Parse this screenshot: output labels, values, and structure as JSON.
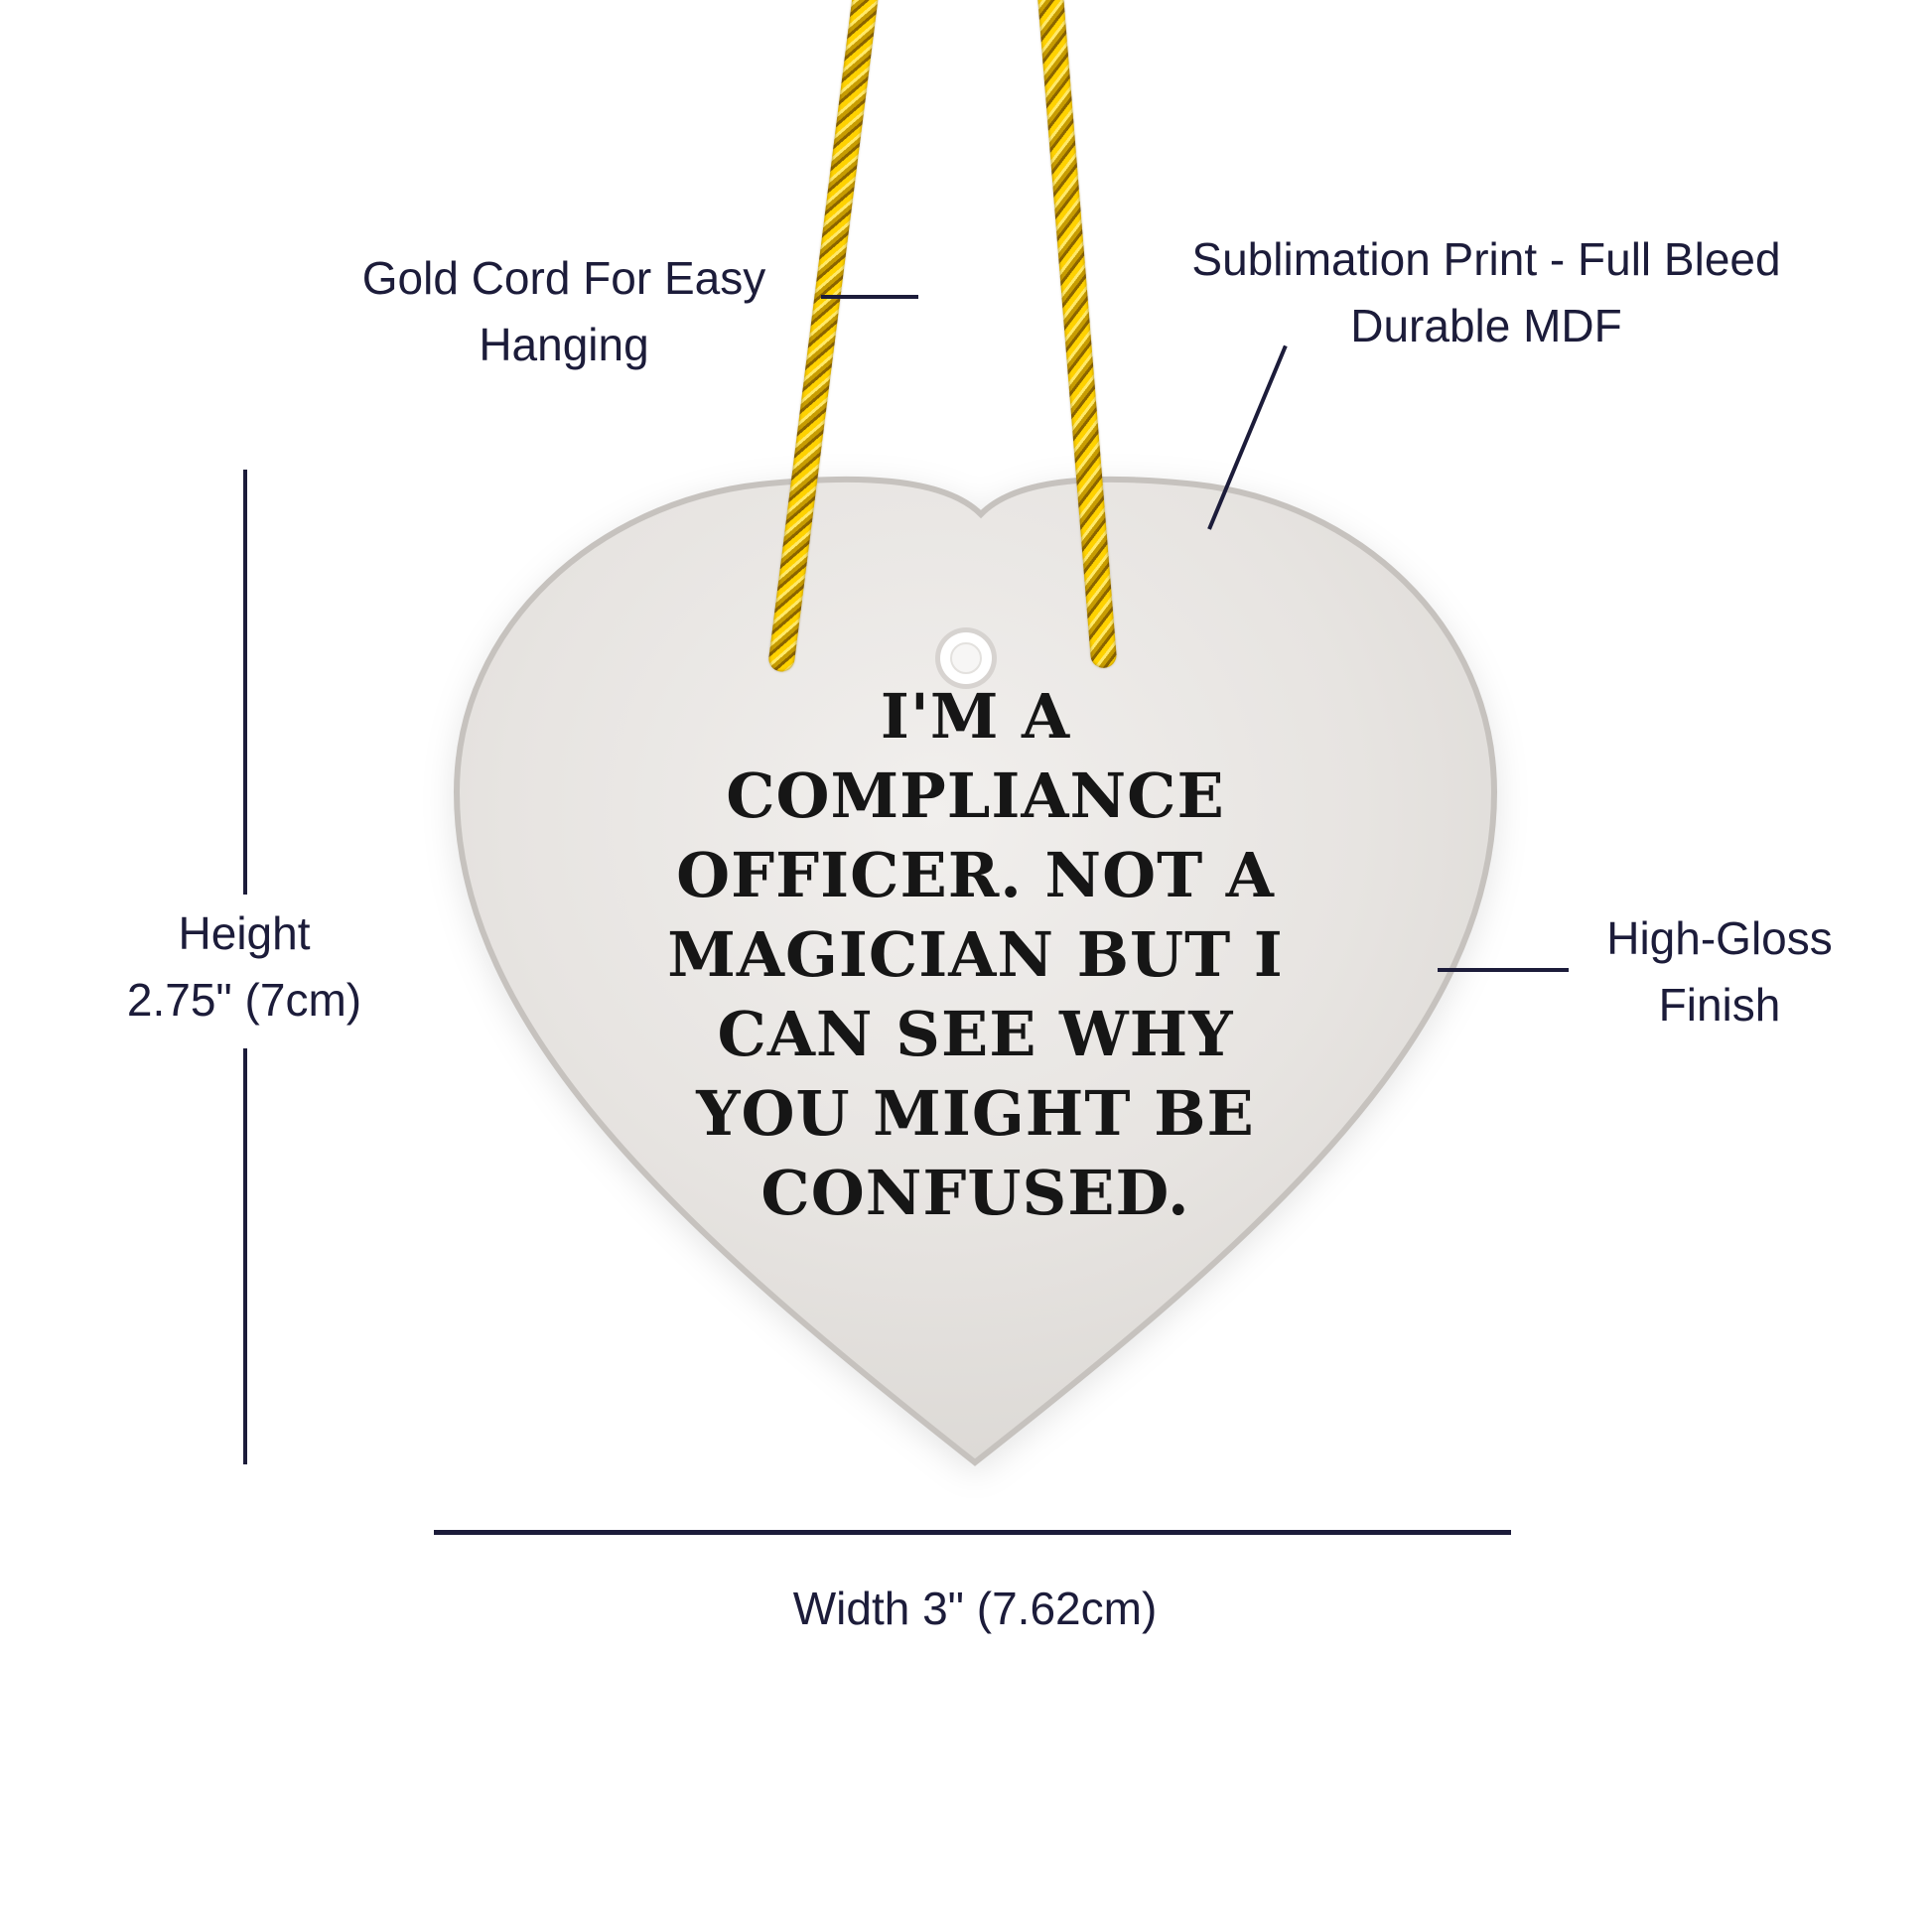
{
  "background_color": "#ffffff",
  "accent_color": "#1c1c3a",
  "ornament": {
    "shape": "heart",
    "fill_color": "#e9e6e2",
    "edge_color": "#c6c2be",
    "quote_color": "#161616",
    "cord_color": "#ffd200",
    "quote_lines": [
      "I'M A",
      "COMPLIANCE",
      "OFFICER. NOT A",
      "MAGICIAN BUT I",
      "CAN SEE WHY",
      "YOU MIGHT BE",
      "CONFUSED."
    ]
  },
  "callouts": {
    "cord": {
      "line1": "Gold Cord For Easy",
      "line2": "Hanging"
    },
    "print": {
      "line1": "Sublimation Print - Full Bleed",
      "line2": "Durable MDF"
    },
    "gloss": {
      "line1": "High-Gloss",
      "line2": "Finish"
    }
  },
  "dimensions": {
    "height": {
      "line1": "Height",
      "line2": "2.75\" (7cm)"
    },
    "width": {
      "label": "Width 3\" (7.62cm)"
    }
  }
}
